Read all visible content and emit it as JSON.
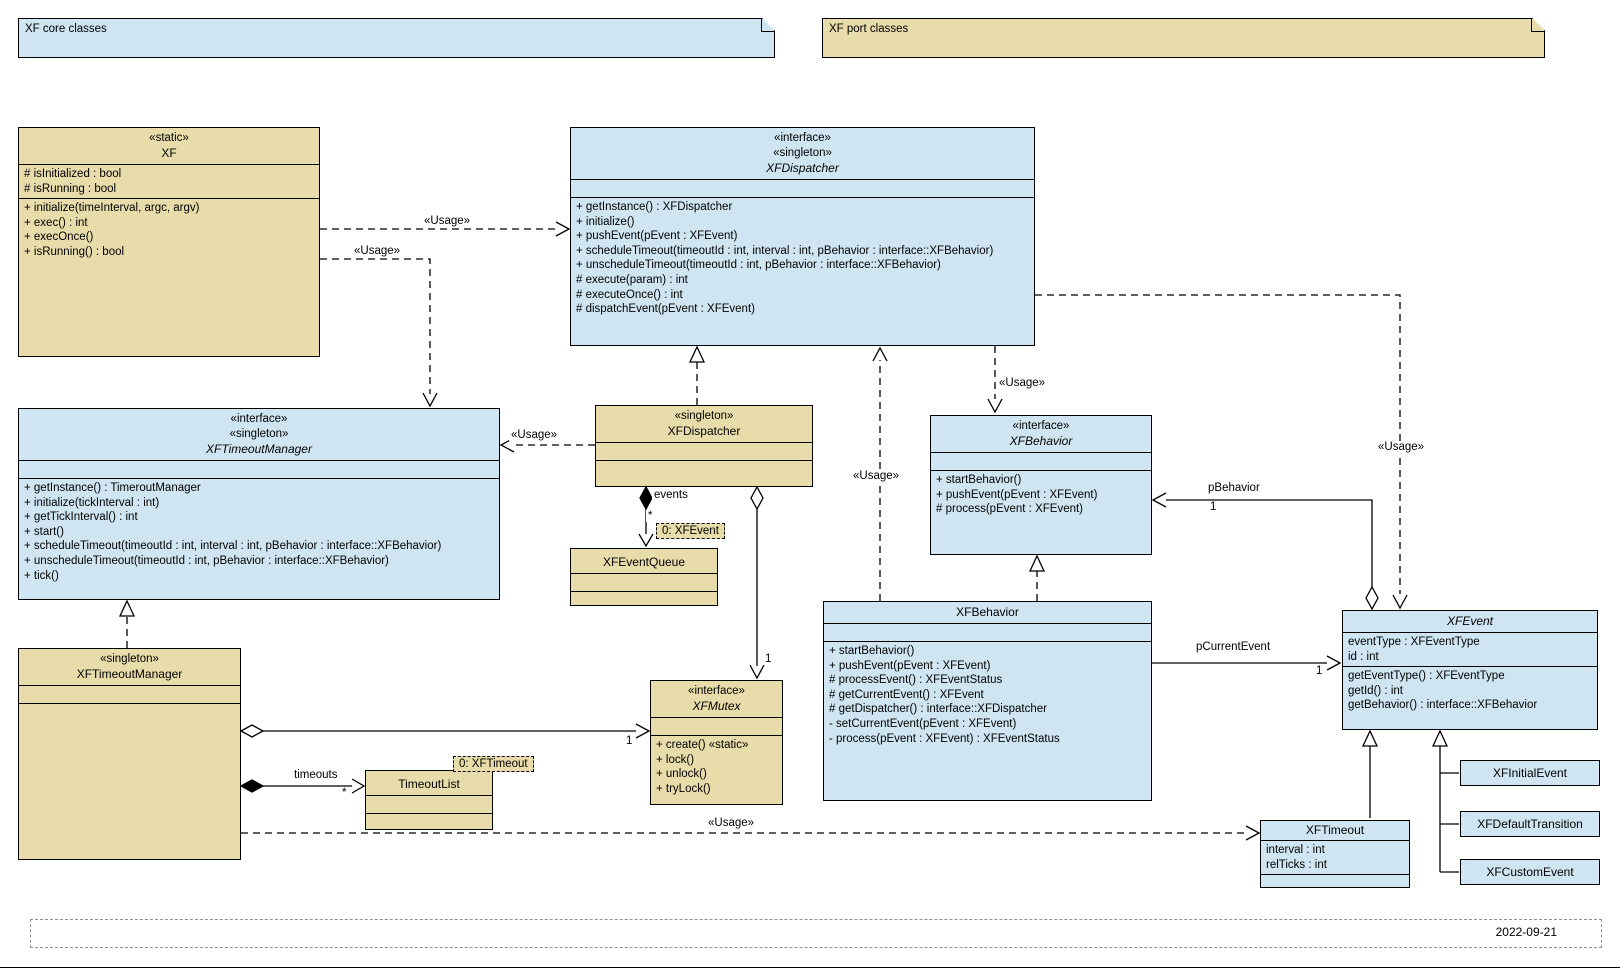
{
  "colors": {
    "core_fill": "#cfe6f2",
    "port_fill": "#e9dcab",
    "line": "#000000"
  },
  "notes": {
    "core": "XF core classes",
    "port": "XF port classes"
  },
  "classes": {
    "xf": {
      "stereotype": "«static»",
      "name": "XF",
      "attributes": [
        "# isInitialized : bool",
        "# isRunning : bool"
      ],
      "operations": [
        "+ initialize(timeInterval, argc, argv)",
        "+ exec() : int",
        "+ execOnce()",
        "+ isRunning() : bool"
      ]
    },
    "xf_dispatcher_if": {
      "stereotypes": [
        "«interface»",
        "«singleton»"
      ],
      "name": "XFDispatcher",
      "operations": [
        "+ getInstance() : XFDispatcher",
        "+ initialize()",
        "+ pushEvent(pEvent : XFEvent)",
        "+ scheduleTimeout(timeoutId : int, interval : int, pBehavior : interface::XFBehavior)",
        "+ unscheduleTimeout(timeoutId : int, pBehavior : interface::XFBehavior)",
        "# execute(param) : int",
        "# executeOnce() : int",
        "# dispatchEvent(pEvent : XFEvent)"
      ]
    },
    "xf_timeout_manager_if": {
      "stereotypes": [
        "«interface»",
        "«singleton»"
      ],
      "name": "XFTimeoutManager",
      "operations": [
        "+ getInstance() : TimeroutManager",
        "+ initialize(tickInterval : int)",
        "+ getTickInterval() : int",
        "+ start()",
        "+ scheduleTimeout(timeoutId : int, interval : int, pBehavior : interface::XFBehavior)",
        "+ unscheduleTimeout(timeoutId : int, pBehavior : interface::XFBehavior)",
        "+ tick()"
      ]
    },
    "xf_dispatcher_singleton": {
      "stereotype": "«singleton»",
      "name": "XFDispatcher"
    },
    "xf_event_queue": {
      "name": "XFEventQueue"
    },
    "xf_behavior_if": {
      "stereotype": "«interface»",
      "name": "XFBehavior",
      "operations": [
        "+ startBehavior()",
        "+ pushEvent(pEvent : XFEvent)",
        "# process(pEvent : XFEvent)"
      ]
    },
    "xf_behavior": {
      "name": "XFBehavior",
      "operations": [
        "+ startBehavior()",
        "+ pushEvent(pEvent : XFEvent)",
        "# processEvent() : XFEventStatus",
        "# getCurrentEvent() : XFEvent",
        "# getDispatcher() : interface::XFDispatcher",
        "- setCurrentEvent(pEvent : XFEvent)",
        "- process(pEvent : XFEvent) : XFEventStatus"
      ]
    },
    "xf_event": {
      "name": "XFEvent",
      "attributes": [
        "eventType : XFEventType",
        "id : int"
      ],
      "operations": [
        "getEventType() : XFEventType",
        "getId() : int",
        "getBehavior() : interface::XFBehavior"
      ]
    },
    "xf_mutex": {
      "stereotype": "«interface»",
      "name": "XFMutex",
      "operations": [
        "+ create() «static»",
        "+ lock()",
        "+ unlock()",
        "+ tryLock()"
      ]
    },
    "xf_timeout_manager_singleton": {
      "stereotype": "«singleton»",
      "name": "XFTimeoutManager"
    },
    "timeout_list": {
      "name": "TimeoutList"
    },
    "xf_timeout": {
      "name": "XFTimeout",
      "attributes": [
        "interval : int",
        "relTicks : int"
      ]
    },
    "xf_initial_event": {
      "name": "XFInitialEvent"
    },
    "xf_default_transition": {
      "name": "XFDefaultTransition"
    },
    "xf_custom_event": {
      "name": "XFCustomEvent"
    }
  },
  "instances": {
    "event_instance": "0: XFEvent",
    "timeout_instance": "0: XFTimeout"
  },
  "labels": {
    "usage": "«Usage»",
    "events": "events",
    "timeouts": "timeouts",
    "star": "*",
    "one": "1",
    "pbehavior": "pBehavior",
    "pcurrentevent": "pCurrentEvent"
  },
  "footer": {
    "date": "2022-09-21"
  }
}
